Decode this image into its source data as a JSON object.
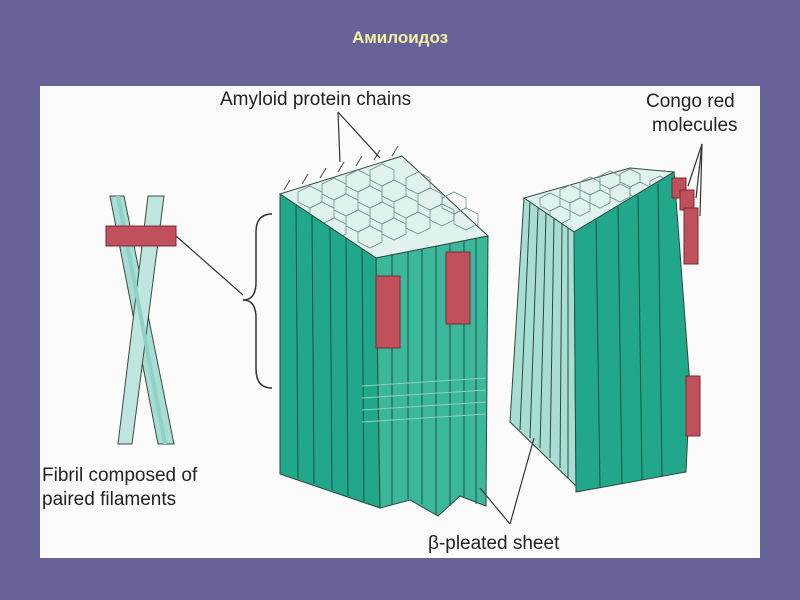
{
  "slide": {
    "title": "Амилоидоз"
  },
  "figure": {
    "labels": {
      "amyloid_chains": "Amyloid protein chains",
      "congo_red_line1": "Congo red",
      "congo_red_line2": "molecules",
      "fibril_line1": "Fibril composed of",
      "fibril_line2": "paired filaments",
      "beta_sheet": "β-pleated sheet"
    },
    "colors": {
      "slide_background": "#676399",
      "title": "#f6f0a0",
      "sheet_green": "#21a88a",
      "sheet_light": "#a7ddd2",
      "congo_red": "#c1505d"
    }
  }
}
